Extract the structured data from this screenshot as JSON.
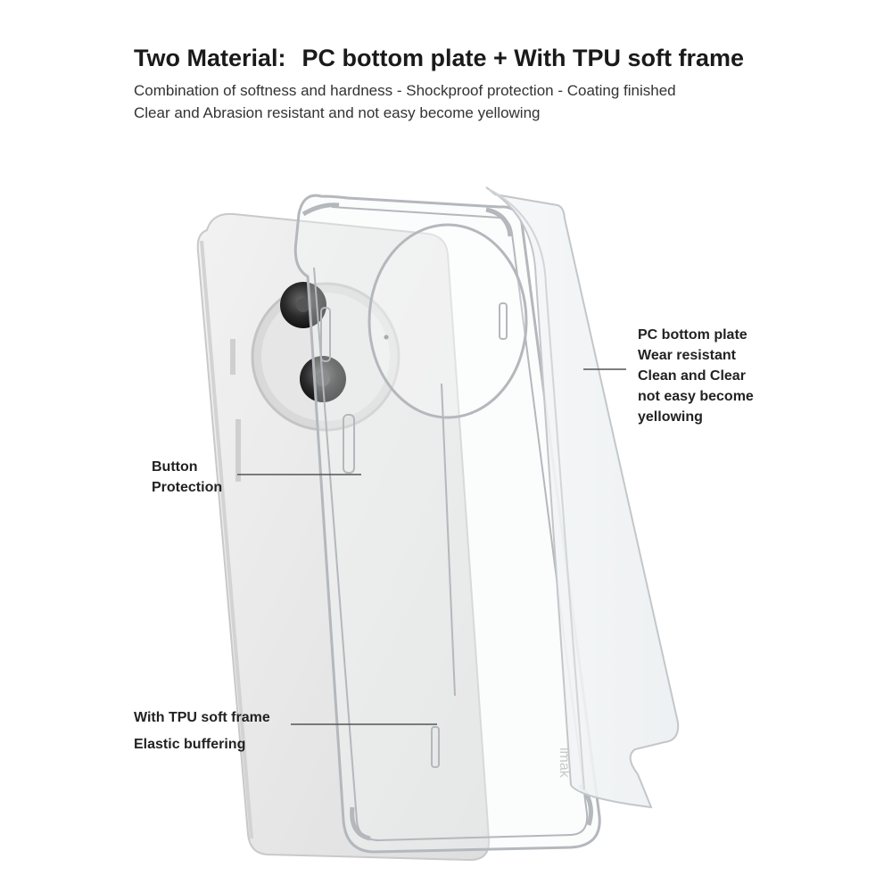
{
  "header": {
    "title_prefix": "Two Material:",
    "title_main": "PC bottom plate + With TPU soft frame",
    "subtitle_line1": "Combination of softness and hardness - Shockproof protection - Coating finished",
    "subtitle_line2": "Clear and Abrasion resistant and not easy become yellowing"
  },
  "callouts": {
    "pc_plate": [
      "PC bottom plate",
      "Wear resistant",
      "Clean and Clear",
      "not easy become",
      "yellowing"
    ],
    "button": [
      "Button",
      "Protection"
    ],
    "tpu_frame": [
      "With TPU soft frame",
      "Elastic buffering"
    ]
  },
  "brand_mark": "imak",
  "colors": {
    "phone_body": "#e9e9e9",
    "camera_ring": "#d6d6d6",
    "case_edge": "#b8bcc0",
    "leader_line": "#555555"
  }
}
